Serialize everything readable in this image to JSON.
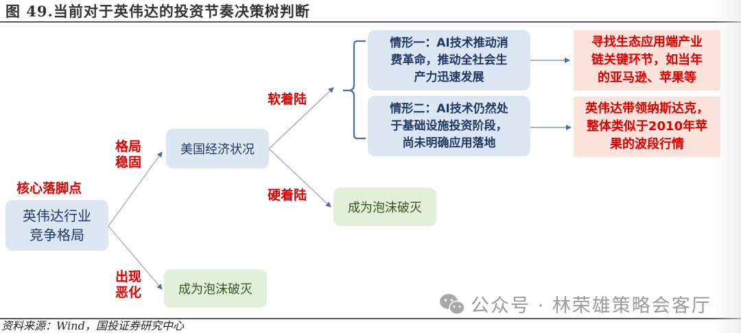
{
  "title": "图 49.当前对于英伟达的投资节奏决策树判断",
  "source": "资料来源：Wind，国投证券研究中心",
  "watermark": {
    "icon": "wechat-icon",
    "text": "公众号 · 林荣雄策略会客厅"
  },
  "colors": {
    "node_blue_bg": "#dde7f3",
    "node_blue_text": "#1f3864",
    "node_green_bg": "#e2efd9",
    "node_green_text": "#375623",
    "outcome_pink_bg": "#fbe2da",
    "label_red": "#e00000",
    "connector": "#8d9bb8",
    "bracket": "#4a6aa8"
  },
  "diagram": {
    "root": {
      "caption": "核心落脚点",
      "line1": "英伟达行业",
      "line2": "竞争格局"
    },
    "branch_stable": {
      "label_line1": "格局",
      "label_line2": "稳固",
      "node": "美国经济状况"
    },
    "branch_deteriorate": {
      "label_line1": "出现",
      "label_line2": "恶化",
      "node": "成为泡沫破灭"
    },
    "soft_landing": {
      "label": "软着陆",
      "scenario1": {
        "line1": "情形一：AI技术推动消",
        "line2": "费革命，推动全社会生",
        "line3": "产力迅速发展",
        "outcome_line1": "寻找生态应用端产业",
        "outcome_line2": "链关键环节，如当年",
        "outcome_line3": "的亚马逊、苹果等"
      },
      "scenario2": {
        "line1": "情形二：AI技术仍然处",
        "line2": "于基础设施投资阶段，",
        "line3": "尚未明确应用落地",
        "outcome_line1": "英伟达带领纳斯达克，",
        "outcome_line2": "整体类似于2010年苹",
        "outcome_line3": "果的波段行情"
      }
    },
    "hard_landing": {
      "label": "硬着陆",
      "node": "成为泡沫破灭"
    }
  }
}
